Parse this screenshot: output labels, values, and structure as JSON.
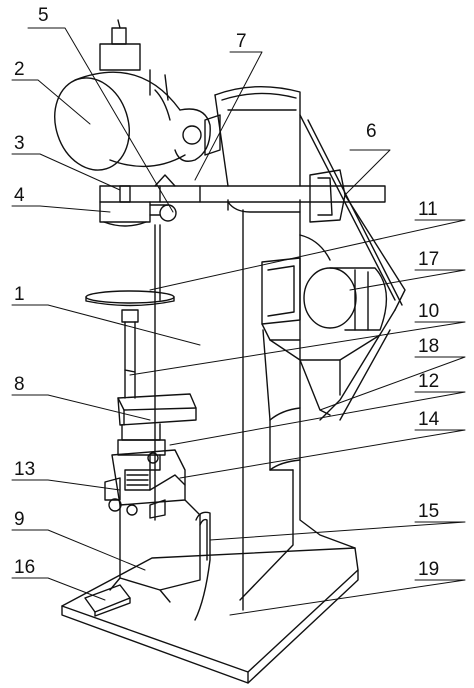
{
  "figure": {
    "labels": [
      "1",
      "2",
      "3",
      "4",
      "5",
      "6",
      "7",
      "8",
      "9",
      "10",
      "11",
      "12",
      "13",
      "14",
      "15",
      "16",
      "17",
      "18",
      "19"
    ]
  },
  "colors": {
    "ink": "#111111",
    "paper": "#ffffff"
  }
}
